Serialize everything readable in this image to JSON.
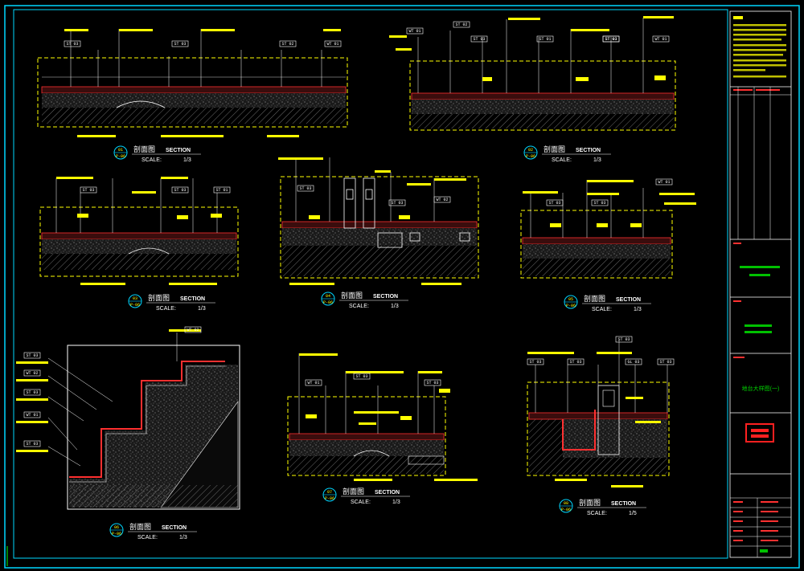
{
  "drawing": {
    "title_block": {
      "drawing_name": "地台大样图(一)",
      "accent_color": "#ffff00",
      "frame_color": "#00d7ff",
      "logo_color": "#ff2020"
    },
    "details": [
      {
        "id": "01",
        "ref": "P-06",
        "title_cn": "剖面图",
        "title_en": "SECTION",
        "scale_label": "SCALE:",
        "scale": "1/3",
        "tags": [
          "ST 03",
          "ST 03",
          "ST 02",
          "WT 01"
        ]
      },
      {
        "id": "02",
        "ref": "P-06",
        "title_cn": "剖面图",
        "title_en": "SECTION",
        "scale_label": "SCALE:",
        "scale": "1/3",
        "tags": [
          "WT 01",
          "ST 02",
          "ST 03",
          "ST 01",
          "ST 03",
          "ST 03",
          "WT 01"
        ]
      },
      {
        "id": "03",
        "ref": "P-06",
        "title_cn": "剖面图",
        "title_en": "SECTION",
        "scale_label": "SCALE:",
        "scale": "1/3",
        "tags": [
          "ST 03",
          "ST 03",
          "ST 01"
        ]
      },
      {
        "id": "04",
        "ref": "P-06",
        "title_cn": "剖面图",
        "title_en": "SECTION",
        "scale_label": "SCALE:",
        "scale": "1/3",
        "tags": [
          "ST 03",
          "ST 03",
          "WT 02"
        ]
      },
      {
        "id": "05",
        "ref": "P-06",
        "title_cn": "剖面图",
        "title_en": "SECTION",
        "scale_label": "SCALE:",
        "scale": "1/3",
        "tags": [
          "ST 03",
          "ST 03",
          "WT 01"
        ]
      },
      {
        "id": "06",
        "ref": "P-06",
        "title_cn": "剖面图",
        "title_en": "SECTION",
        "scale_label": "SCALE:",
        "scale": "1/3",
        "tags": [
          "ST 03",
          "WT 02",
          "ST 03",
          "WT 01",
          "ST 03",
          "WT 02"
        ]
      },
      {
        "id": "07",
        "ref": "P-06",
        "title_cn": "剖面图",
        "title_en": "SECTION",
        "scale_label": "SCALE:",
        "scale": "1/3",
        "tags": [
          "WT 01",
          "ST 03",
          "ST 03"
        ]
      },
      {
        "id": "08",
        "ref": "P-06",
        "title_cn": "剖面图",
        "title_en": "SECTION",
        "scale_label": "SCALE:",
        "scale": "1/5",
        "tags": [
          "ST 03",
          "ST 03",
          "ST 03",
          "GL 03",
          "ST 03"
        ]
      }
    ]
  }
}
